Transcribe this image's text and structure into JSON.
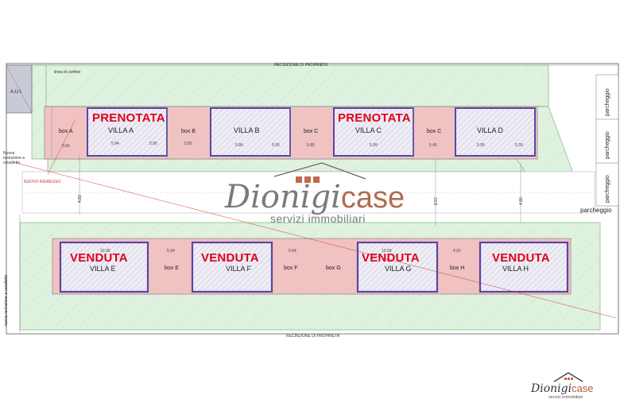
{
  "top_row": {
    "boxes": [
      "box A",
      "box B",
      "box C",
      "box C"
    ],
    "villas": [
      {
        "name": "VILLA A",
        "status": "PRENOTATA"
      },
      {
        "name": "VILLA B",
        "status": ""
      },
      {
        "name": "VILLA C",
        "status": "PRENOTATA"
      },
      {
        "name": "VILLA D",
        "status": ""
      }
    ]
  },
  "bottom_row": {
    "boxes": [
      "box E",
      "box F",
      "box G",
      "box H"
    ],
    "villas": [
      {
        "name": "VILLA E",
        "status": "VENDUTA"
      },
      {
        "name": "VILLA F",
        "status": "VENDUTA"
      },
      {
        "name": "VILLA G",
        "status": "VENDUTA"
      },
      {
        "name": "VILLA H",
        "status": "VENDUTA"
      }
    ]
  },
  "labels": {
    "aui": "A.U.I.",
    "linea_confine": "linea di confine",
    "recinzione_top": "RECINZIONE DI PROPRIETA'",
    "recinzione_bottom": "RECINZIONE DI PROPRIETA'",
    "nuova_recinzione_left": "Nuova recinzione a cavalletto",
    "nuova_recinzione_bottom_left": "nuova recinzione a cavalletto",
    "nuovo_ingresso": "NUOVO INGRESSO",
    "parcheggio_h": "parcheggio",
    "parcheggio_v": [
      "parcheggio",
      "parcheggio",
      "parcheggio"
    ]
  },
  "dimensions": {
    "top": [
      "5.56",
      "5.94",
      "5.95",
      "5.85",
      "5.86",
      "5.95",
      "5.85",
      "5.99",
      "5.45",
      "5.95",
      "5.39"
    ],
    "bottom": [
      "10.96",
      "5.94",
      "5.94",
      "10.99",
      "4.92"
    ],
    "road": [
      "4.83",
      "8.57",
      "4.80"
    ]
  },
  "watermark": {
    "brand_part1": "Dionigi",
    "brand_part2": "case",
    "tagline": "servizi immobiliari"
  },
  "colors": {
    "garden": "#dcf0dc",
    "villa_outline": "#6a50b0",
    "villa_fill": "#eceaf4",
    "box_fill": "#f2c8c8",
    "status": "#e0001b",
    "brand_accent": "#b36a4f"
  }
}
